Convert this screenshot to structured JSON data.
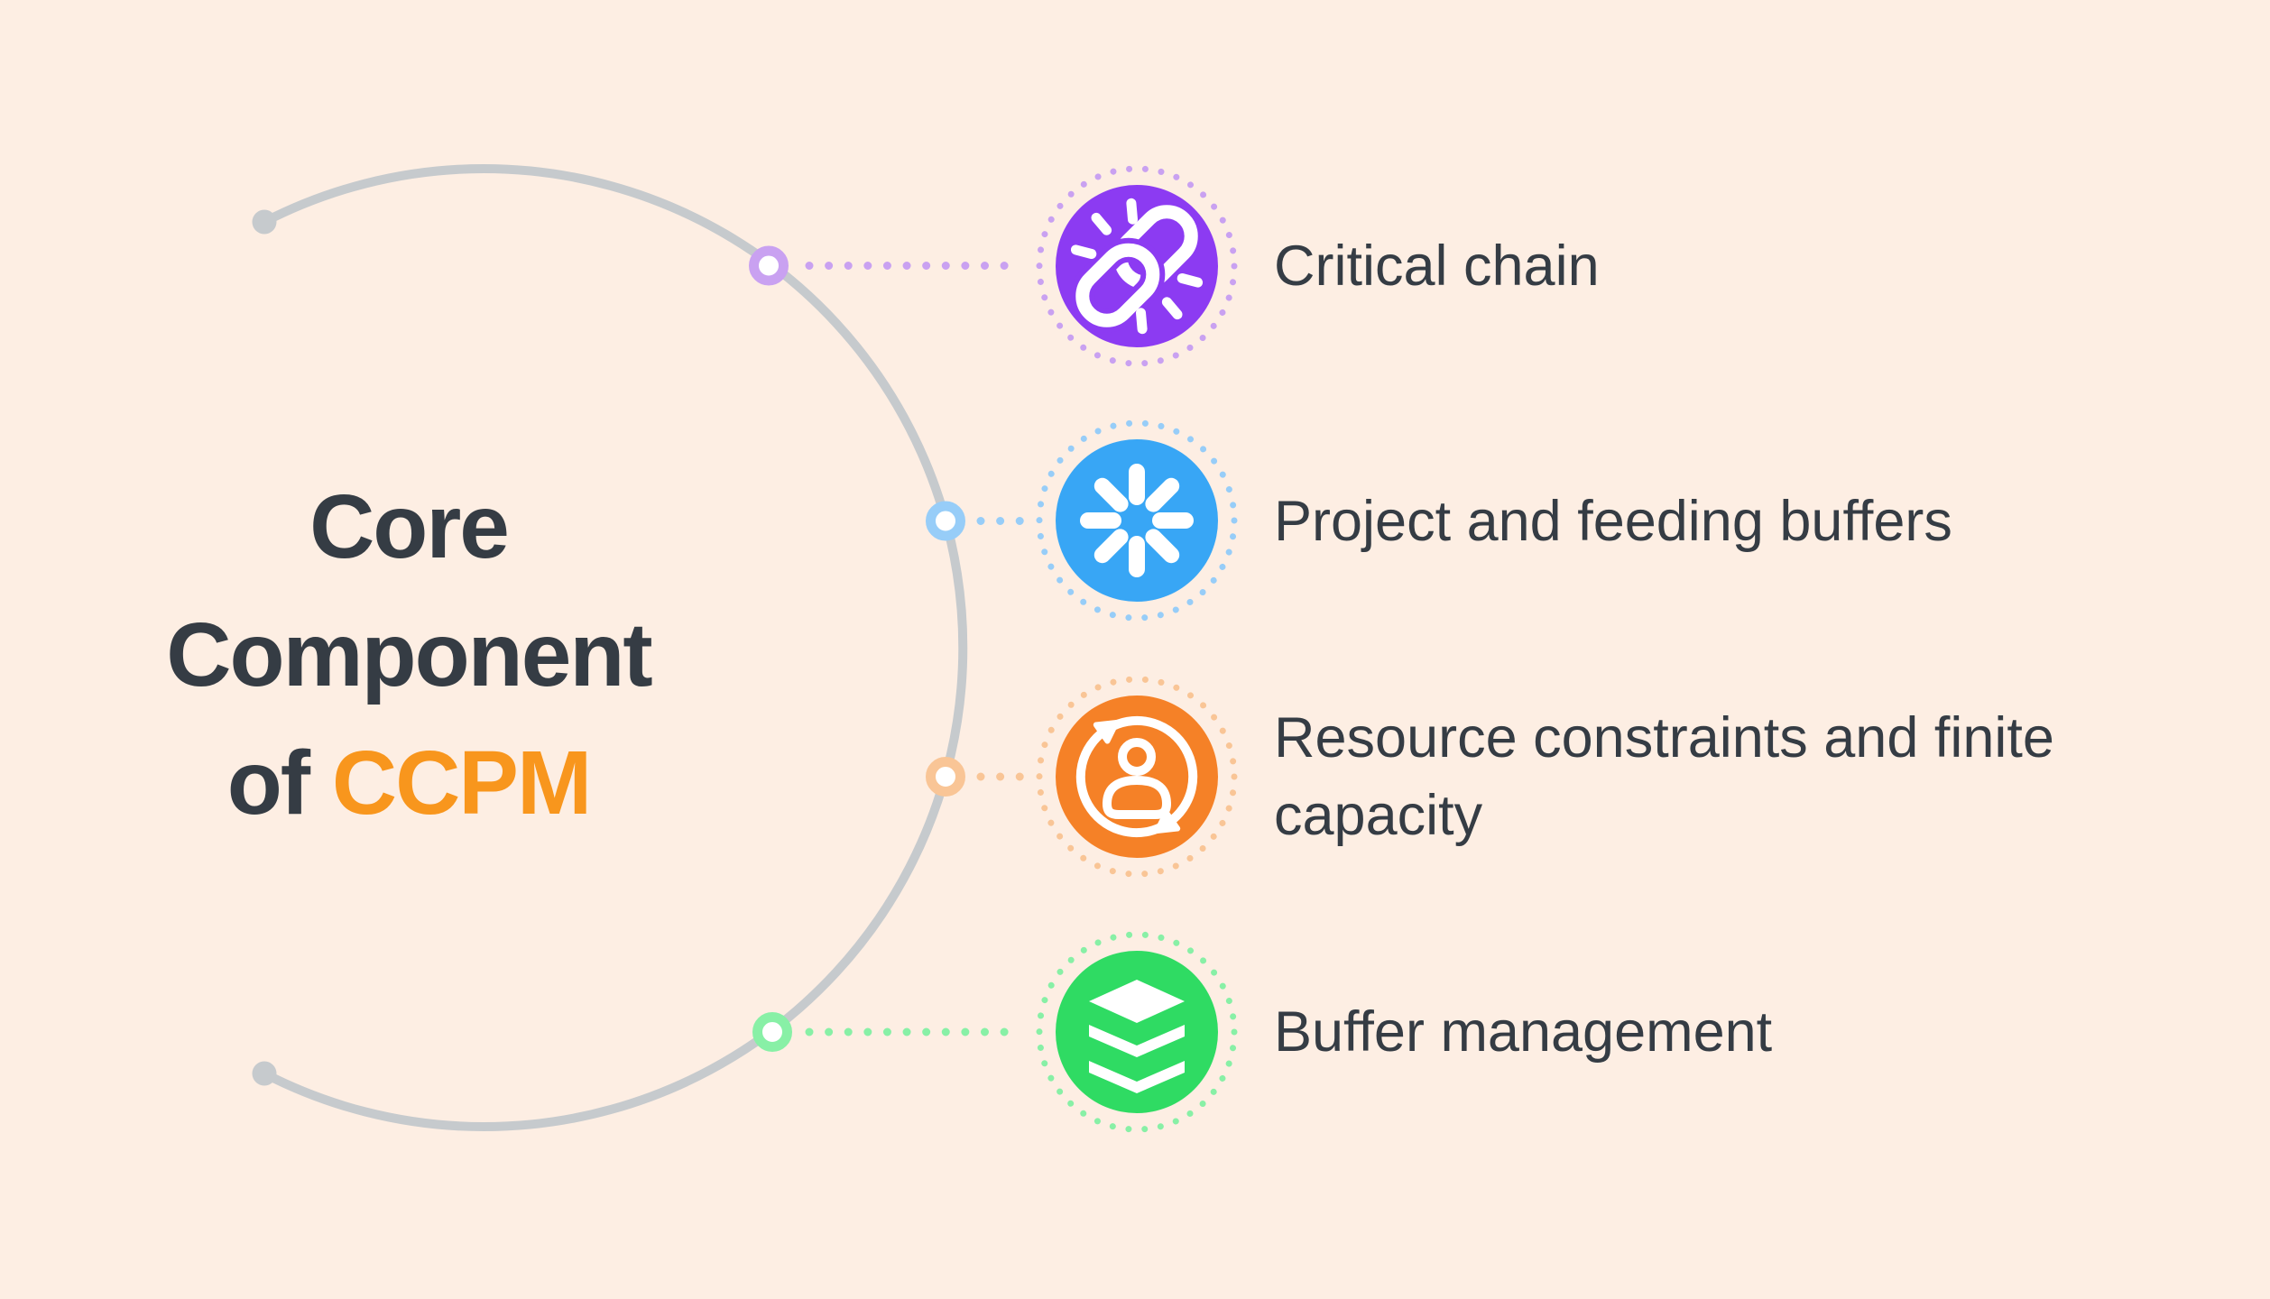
{
  "title": {
    "line1": "Core",
    "line2": "Component",
    "line3_prefix": "of ",
    "line3_highlight": "CCPM"
  },
  "items": [
    {
      "label": "Critical chain",
      "icon": "chain-link-icon",
      "color": "#8c3bf2",
      "color_light": "#c9a1f1"
    },
    {
      "label": "Project and feeding buffers",
      "icon": "spinner-icon",
      "color": "#38a6f5",
      "color_light": "#97cdf8"
    },
    {
      "label": "Resource constraints and finite capacity",
      "icon": "user-sync-icon",
      "color": "#f58127",
      "color_light": "#f9c596"
    },
    {
      "label": "Buffer management",
      "icon": "layers-icon",
      "color": "#2fdb63",
      "color_light": "#88f0a6"
    }
  ],
  "colors": {
    "background": "#fdeee3",
    "arc": "#c6cacd",
    "text": "#353c44",
    "accent": "#f8961d"
  }
}
